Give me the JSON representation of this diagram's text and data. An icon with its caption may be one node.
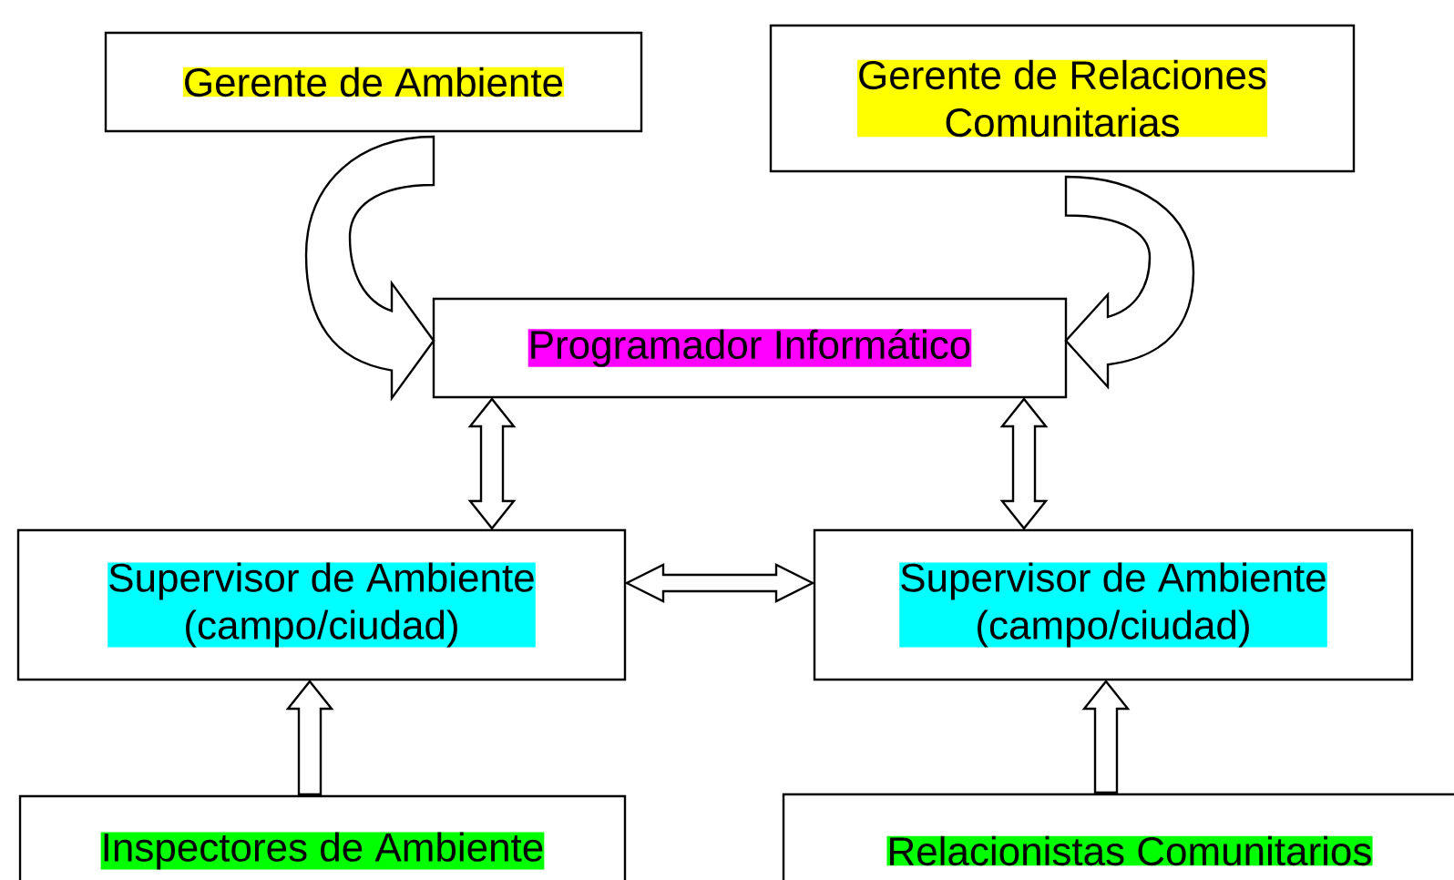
{
  "diagram": {
    "nodes": [
      {
        "text": [
          "Gerente de Ambiente"
        ]
      },
      {
        "text": [
          "Gerente de Relaciones Comunitarias"
        ]
      },
      {
        "text": [
          "Programador Informático"
        ]
      },
      {
        "text": [
          "Supervisor de Ambiente (campo/ciudad)"
        ]
      },
      {
        "text": [
          "Supervisor de Ambiente (campo/ciudad)"
        ]
      },
      {
        "text": [
          "Inspectores de Ambiente"
        ]
      },
      {
        "text": [
          "Relacionistas Comunitarios"
        ]
      }
    ],
    "edges": [
      {
        "from": 0,
        "to": 2,
        "arrow": "to"
      },
      {
        "from": 1,
        "to": 2,
        "arrow": "to"
      },
      {
        "from": 2,
        "to": 3,
        "arrow": "both"
      },
      {
        "from": 2,
        "to": 4,
        "arrow": "both"
      },
      {
        "from": 3,
        "to": 4,
        "arrow": "both"
      },
      {
        "from": 5,
        "to": 3,
        "arrow": "to"
      },
      {
        "from": 6,
        "to": 4,
        "arrow": "to"
      }
    ]
  }
}
